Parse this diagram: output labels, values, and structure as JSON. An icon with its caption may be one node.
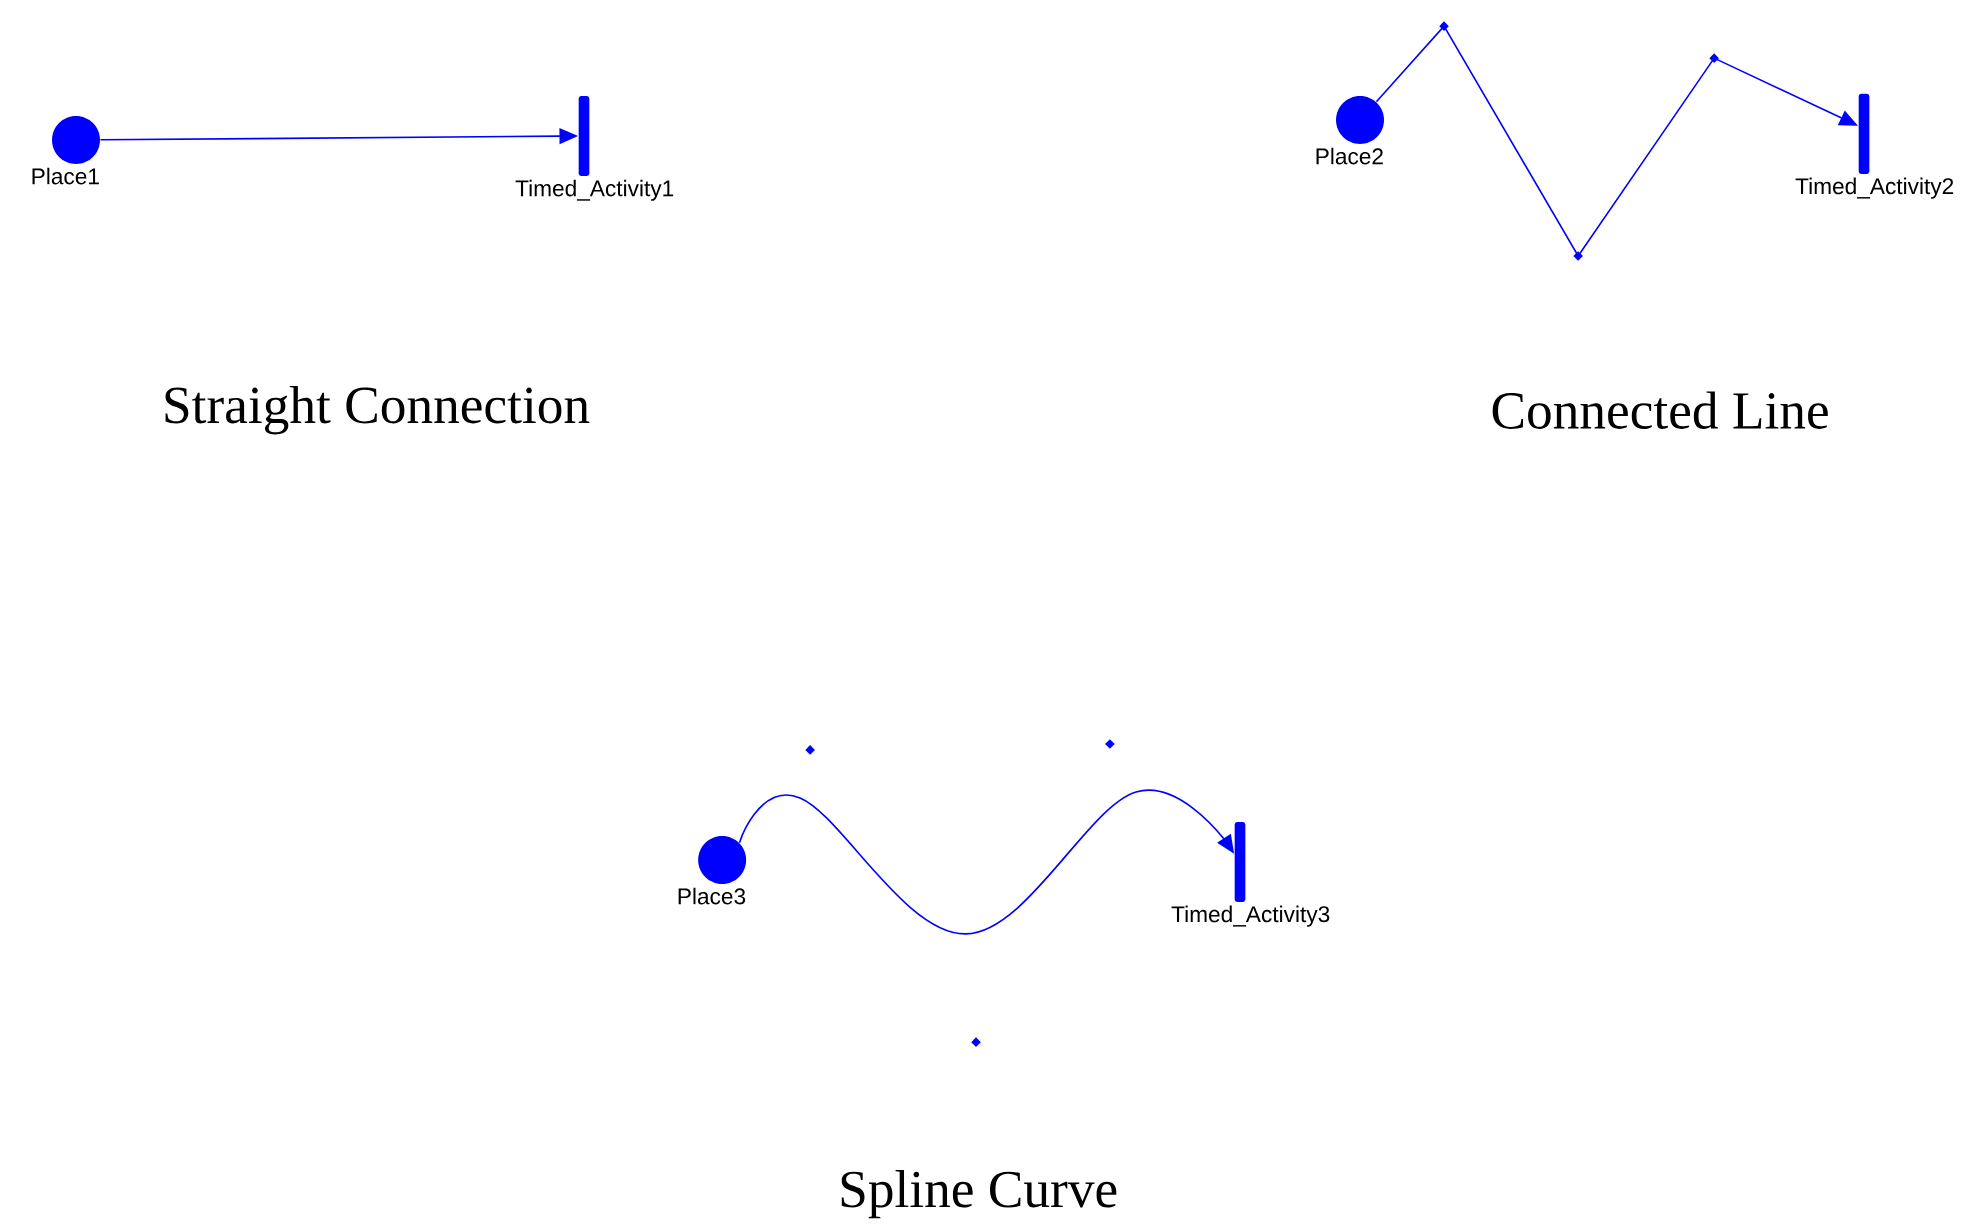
{
  "diagram": {
    "nodes": [
      {
        "text": [
          "Place1"
        ]
      },
      {
        "text": [
          "Timed_Activity1"
        ]
      },
      {
        "text": [
          "Place2"
        ]
      },
      {
        "text": [
          "Timed_Activity2"
        ]
      },
      {
        "text": [
          "Place3"
        ]
      },
      {
        "text": [
          "Timed_Activity3"
        ]
      }
    ],
    "edges": [
      {
        "from": 0,
        "to": 1,
        "arrow": "to"
      },
      {
        "from": 2,
        "to": 3,
        "arrow": "to"
      },
      {
        "from": 4,
        "to": 5,
        "arrow": "to"
      }
    ],
    "labels": [
      "Straight Connection",
      "Connected Line",
      "Spline Curve"
    ]
  }
}
